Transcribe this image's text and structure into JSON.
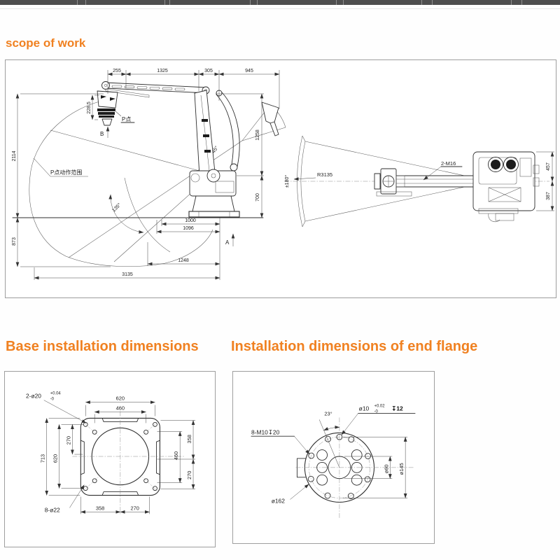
{
  "accent": "#f08121",
  "headings": {
    "scope": "scope of work",
    "base": "Base installation dimensions",
    "flange": "Installation dimensions of end flange"
  },
  "side_view": {
    "top_dims": [
      "255",
      "1325",
      "305",
      "945"
    ],
    "height_upper": "2114",
    "height_lower": "873",
    "effector": "228.5",
    "right_upper": "1258",
    "right_lower": "700",
    "bottom_dims": [
      "1000",
      "1096",
      "1248",
      "3135"
    ],
    "p_point": "P点",
    "p_range": "P点动作范围",
    "section_b": "B",
    "section_a": "A",
    "angle_main": "135°",
    "angle_wrist": "45°"
  },
  "top_view": {
    "radius": "R3135",
    "rotation": "±180°",
    "bolts": "2-M16",
    "dim_upper": "457",
    "dim_lower": "387"
  },
  "base_view": {
    "label_holes_top": "2-ø20",
    "tol_top_plus": "+0.04",
    "tol_top_minus": "-0",
    "label_holes_bottom": "8-ø22",
    "top_outer": "620",
    "top_inner": "460",
    "left_outer": "713",
    "left_mid": "620",
    "left_inner": "270",
    "right_top": "358",
    "right_mid": "460",
    "right_bottom": "270",
    "bottom_left": "358",
    "bottom_right": "270"
  },
  "flange_view": {
    "angle": "23°",
    "pin_dia": "ø10",
    "pin_tol_plus": "+0.02",
    "pin_tol_minus": "-0",
    "pin_depth": "↧12",
    "tap_label": "8-M10↧20",
    "rim_dia": "ø162",
    "inner_dia": "ø60",
    "bolt_circle_dia": "ø145"
  }
}
